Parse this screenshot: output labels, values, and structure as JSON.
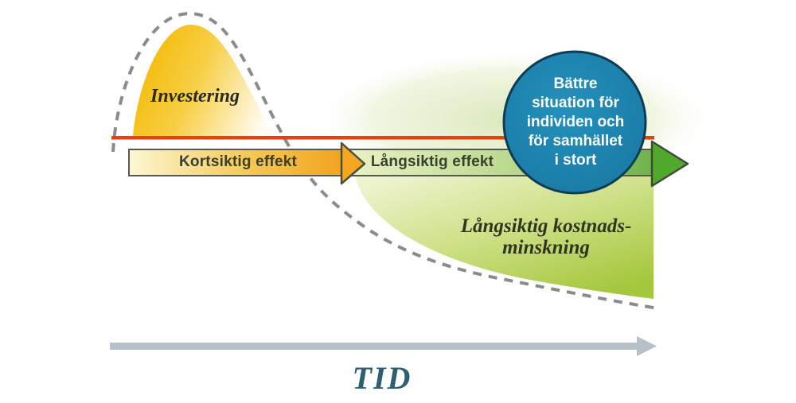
{
  "diagram": {
    "title_context": "investment-over-time-effect-diagram",
    "investering_label": "Investering",
    "kortsiktig_label": "Kortsiktig effekt",
    "langsiktig_label": "Långsiktig effekt",
    "kostnad_line1": "Långsiktig kostnads-",
    "kostnad_line2": "minskning",
    "circle_lines": [
      "Bättre",
      "situation för",
      "individen och",
      "för samhället",
      "i stort"
    ],
    "tid_label": "TID",
    "colors": {
      "investment_gold": "#f3bb07",
      "short_term_band_start": "#fcf7d4",
      "short_term_band_end": "#f1a31d",
      "long_term_band_start": "#e9f2c6",
      "long_term_band_end": "#6fb24a",
      "green_arrowhead": "#50a92d",
      "cost_area_light": "#f2f6d9",
      "cost_area_dark": "#a6c83f",
      "baseline_red": "#e8400f",
      "dashed_curve_gray": "#8b8b8b",
      "outcome_circle_fill": "#1d81ab",
      "outcome_circle_border": "#0f3c55",
      "timeline_gray": "#b5c0c9",
      "tid_text": "#2d5e73"
    }
  }
}
